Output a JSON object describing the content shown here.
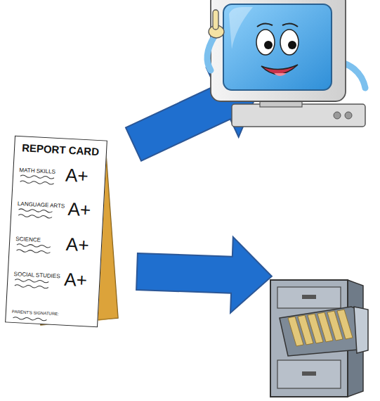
{
  "diagram": {
    "nodes": [
      {
        "text": [
          "REPORT CARD",
          "MATH SKILLS",
          "A+",
          "LANGUAGE ARTS",
          "A+",
          "SCIENCE",
          "A+",
          "SOCIAL STUDIES",
          "A+",
          "PARENT'S SIGNATURE:"
        ]
      }
    ]
  }
}
